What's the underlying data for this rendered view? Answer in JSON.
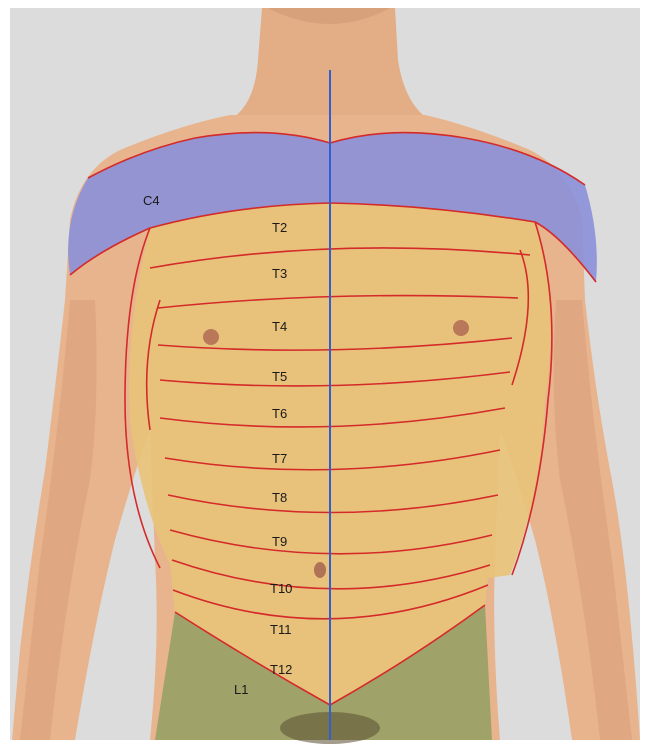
{
  "colors": {
    "frame": "#ffffff",
    "backdrop": "#dcdcdc",
    "skin": "#e8b48e",
    "skin_shade": "#c9906a",
    "thoracic_band": "#e8c37a",
    "cervical_band": "#8a90d8",
    "lumbar_band": "#9fa36a",
    "boundary_line": "#d42a2a",
    "midline": "#2f5fd0"
  },
  "labels": {
    "c4": "C4",
    "t2": "T2",
    "t3": "T3",
    "t4": "T4",
    "t5": "T5",
    "t6": "T6",
    "t7": "T7",
    "t8": "T8",
    "t9": "T9",
    "t10": "T10",
    "t11": "T11",
    "t12": "T12",
    "l1": "L1"
  }
}
